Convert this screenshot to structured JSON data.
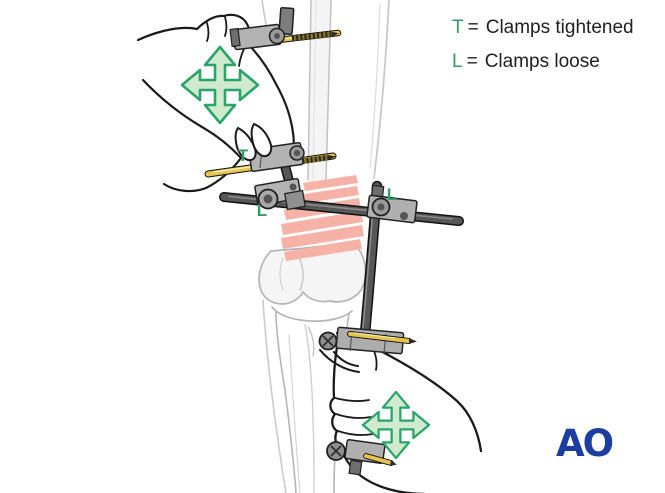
{
  "legend": {
    "entries": [
      {
        "symbol": "T",
        "eq": "=",
        "label": "Clamps tightened"
      },
      {
        "symbol": "L",
        "eq": "=",
        "label": "Clamps loose"
      }
    ]
  },
  "annotations": {
    "clamp_t": "T",
    "clamp_l_left": "L",
    "clamp_l_right": "L"
  },
  "logo": {
    "text": "AO"
  },
  "colors": {
    "label_green": "#2f9e60",
    "arrow_fill": "#cfeacf",
    "arrow_stroke": "#2ba46a",
    "fracture_pink": "#f7b2a8",
    "pin_gold": "#e5c44c",
    "logo_blue": "#1d3e9e",
    "text_dark": "#1f1f1f"
  }
}
